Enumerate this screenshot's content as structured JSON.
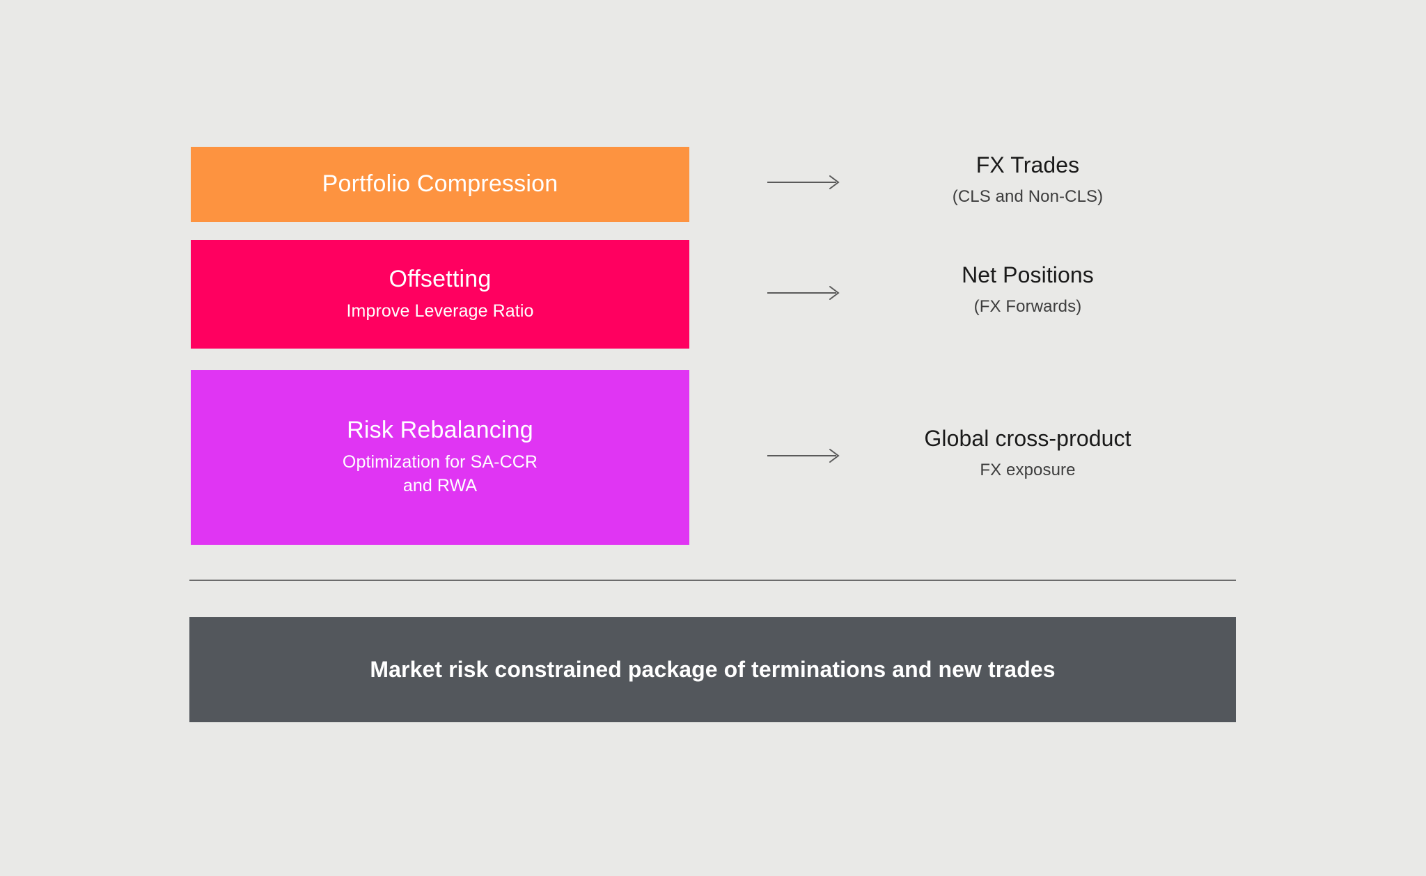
{
  "background_color": "#e9e9e7",
  "process_boxes": [
    {
      "id": "portfolio-compression",
      "title": "Portfolio Compression",
      "subtitle": "",
      "color": "#fd9340"
    },
    {
      "id": "offsetting",
      "title": "Offsetting",
      "subtitle": "Improve Leverage Ratio",
      "color": "#ff0060"
    },
    {
      "id": "risk-rebalancing",
      "title": "Risk Rebalancing",
      "subtitle_line1": "Optimization for SA-CCR",
      "subtitle_line2": "and RWA",
      "color": "#e035f3"
    }
  ],
  "arrows": [
    {
      "id": "arrow-compression",
      "direction": "right",
      "color": "#5a5a5a"
    },
    {
      "id": "arrow-offsetting",
      "direction": "right",
      "color": "#5a5a5a"
    },
    {
      "id": "arrow-rebalancing",
      "direction": "right",
      "color": "#5a5a5a"
    }
  ],
  "outcomes": [
    {
      "id": "fx-trades",
      "title": "FX Trades",
      "subtitle": "(CLS and Non-CLS)"
    },
    {
      "id": "net-positions",
      "title": "Net Positions",
      "subtitle": "(FX Forwards)"
    },
    {
      "id": "global-cross-product",
      "title": "Global cross-product",
      "subtitle": "FX exposure"
    }
  ],
  "divider": {
    "color": "#6c6c6c"
  },
  "summary": {
    "text": "Market risk constrained package of terminations and new trades",
    "background_color": "#53575c",
    "text_color": "#ffffff"
  }
}
